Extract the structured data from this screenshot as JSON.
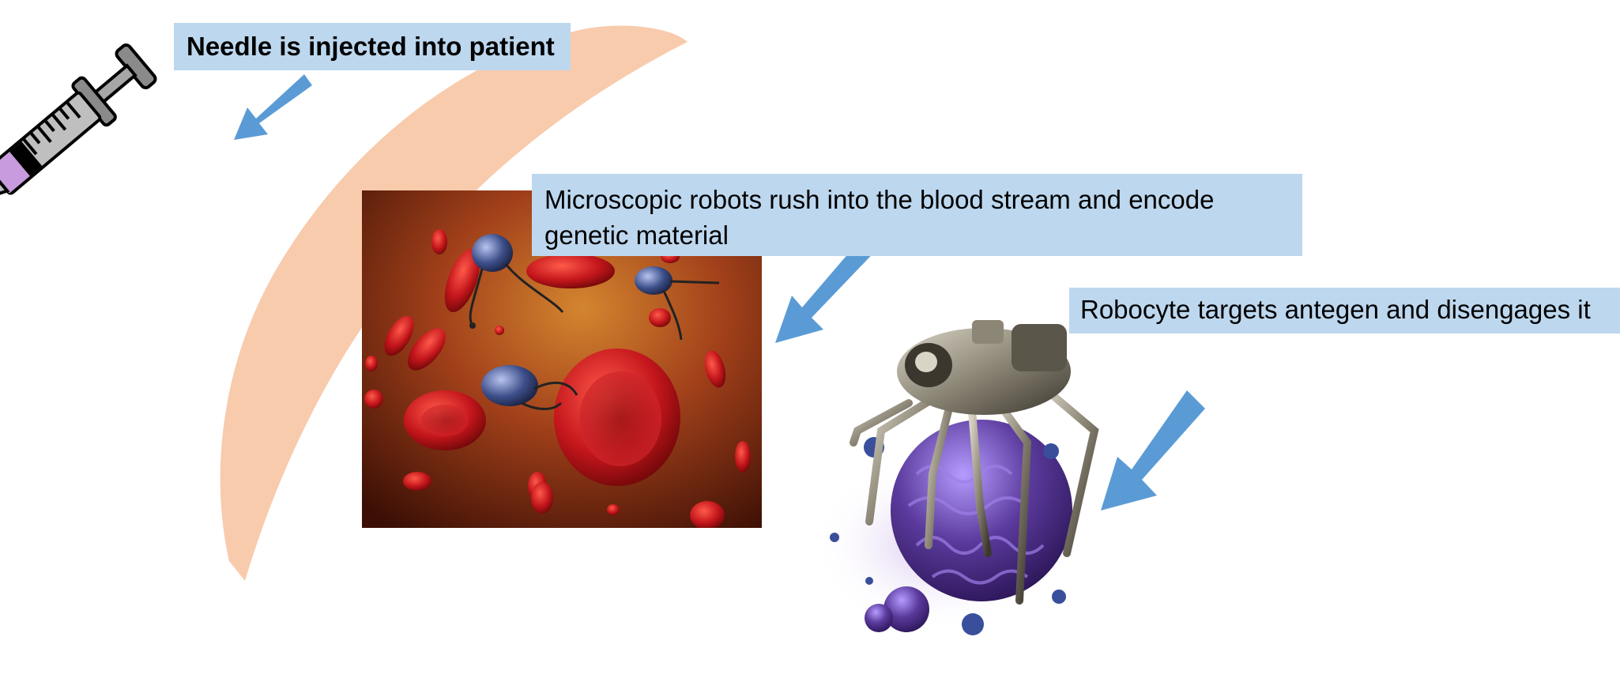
{
  "labels": {
    "needle": "Needle is injected into patient",
    "robots": "Microscopic robots rush into the blood stream and encode genetic material",
    "robocyte": "Robocyte targets antegen and disengages it"
  },
  "colors": {
    "label_bg": "#bdd7ee",
    "arrow": "#5b9bd5",
    "skin": "#f8cbad",
    "blood_bg": "#8a2c12",
    "red_cell": "#c0151b",
    "robot_body": "#3d4f8a",
    "cell_purple": "#5a3a9c",
    "metal": "#8c8676",
    "syringe_purple": "#c79bde"
  },
  "icons": [
    "syringe-icon",
    "skin-layer",
    "bloodstream-image",
    "robocyte-image",
    "arrow-icon"
  ]
}
